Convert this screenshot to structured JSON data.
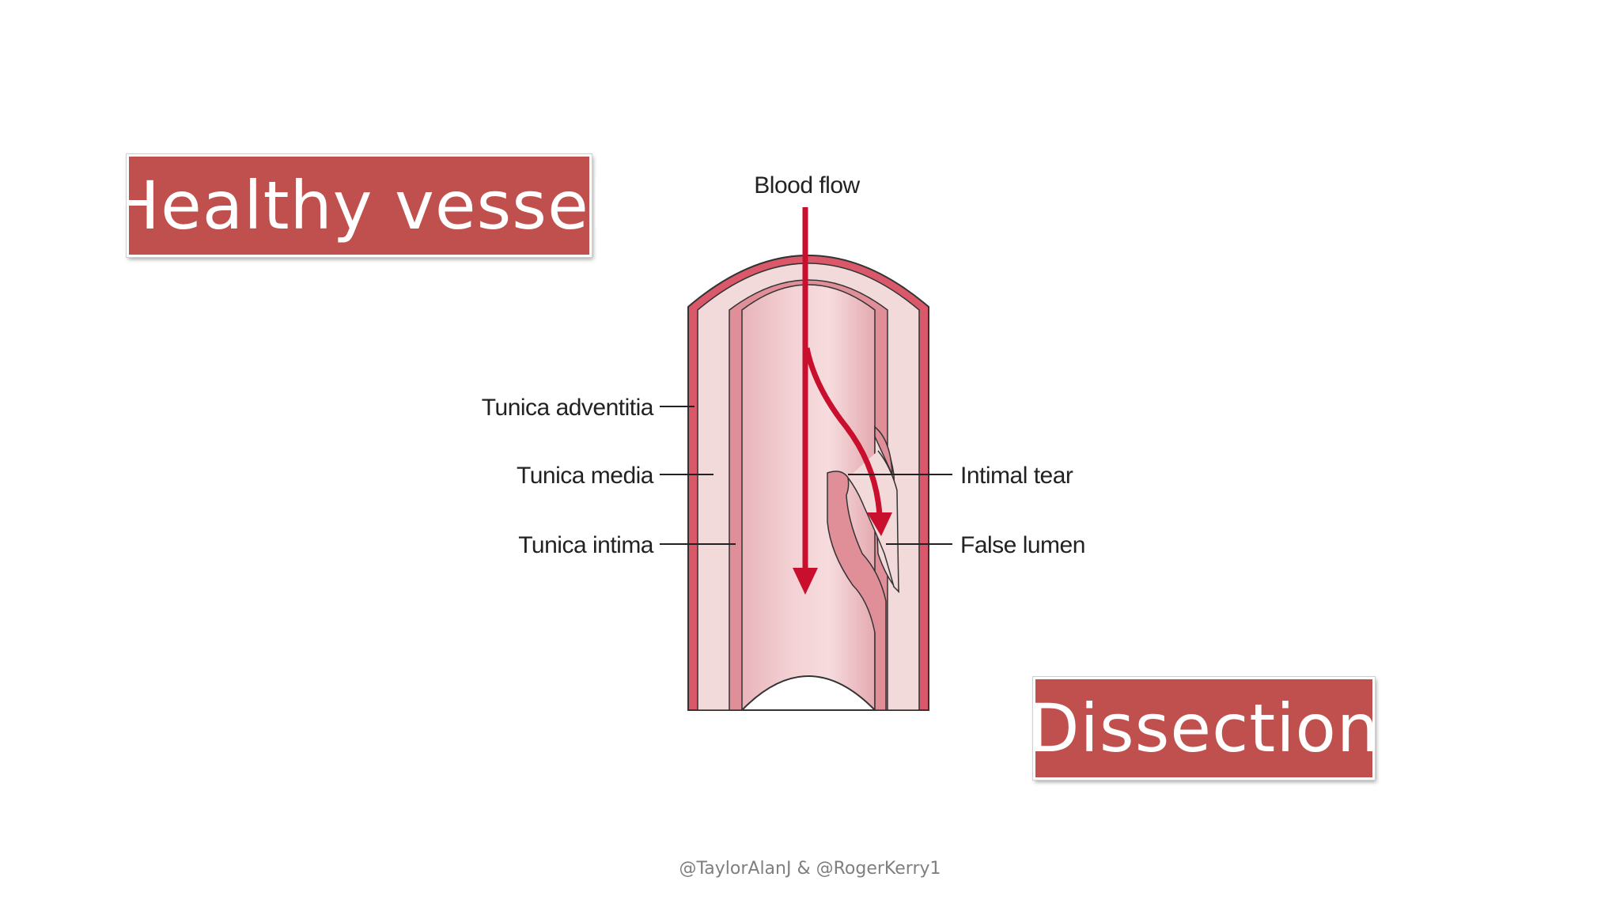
{
  "boxes": {
    "healthy": "Healthy vessel",
    "dissection": "Dissection"
  },
  "diagram": {
    "blood_flow": "Blood flow",
    "left_labels": [
      "Tunica adventitia",
      "Tunica media",
      "Tunica intima"
    ],
    "right_labels": [
      "Intimal tear",
      "False lumen"
    ]
  },
  "footer": "@TaylorAlanJ & @RogerKerry1",
  "colors": {
    "box": "#c0504d",
    "adventitia": "#d9596b",
    "media": "#f2dada",
    "intima": "#e08f99",
    "lumen": "#f0c8cc",
    "arrow": "#c8102e"
  }
}
